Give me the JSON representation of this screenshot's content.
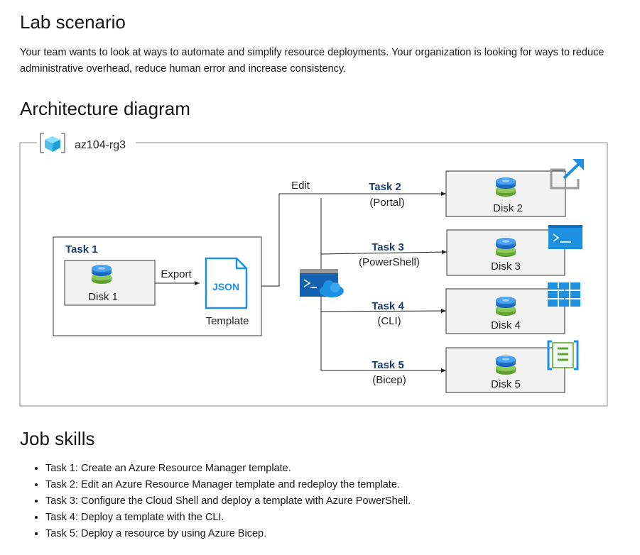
{
  "lab": {
    "heading": "Lab scenario",
    "text": "Your team wants to look at ways to automate and simplify resource deployments. Your organization is looking for ways to reduce administrative overhead, reduce human error and increase consistency."
  },
  "architecture": {
    "heading": "Architecture diagram",
    "resource_group": "az104-rg3",
    "task1": {
      "title": "Task 1",
      "disk": "Disk 1",
      "export": "Export",
      "json": "JSON",
      "template": "Template"
    },
    "edit": "Edit",
    "tasks": [
      {
        "title": "Task 2",
        "sub": "(Portal)",
        "disk": "Disk 2",
        "icon": "portal-icon"
      },
      {
        "title": "Task 3",
        "sub": "(PowerShell)",
        "disk": "Disk 3",
        "icon": "powershell-icon"
      },
      {
        "title": "Task 4",
        "sub": "(CLI)",
        "disk": "Disk 4",
        "icon": "cli-icon"
      },
      {
        "title": "Task 5",
        "sub": "(Bicep)",
        "disk": "Disk 5",
        "icon": "bicep-icon"
      }
    ],
    "colors": {
      "task_title": "#1b3c6e",
      "azure_blue": "#1e90e0",
      "disk_green": "#6bb33d"
    }
  },
  "skills": {
    "heading": "Job skills",
    "items": [
      "Task 1: Create an Azure Resource Manager template.",
      "Task 2: Edit an Azure Resource Manager template and redeploy the template.",
      "Task 3: Configure the Cloud Shell and deploy a template with Azure PowerShell.",
      "Task 4: Deploy a template with the CLI.",
      "Task 5: Deploy a resource by using Azure Bicep."
    ]
  }
}
